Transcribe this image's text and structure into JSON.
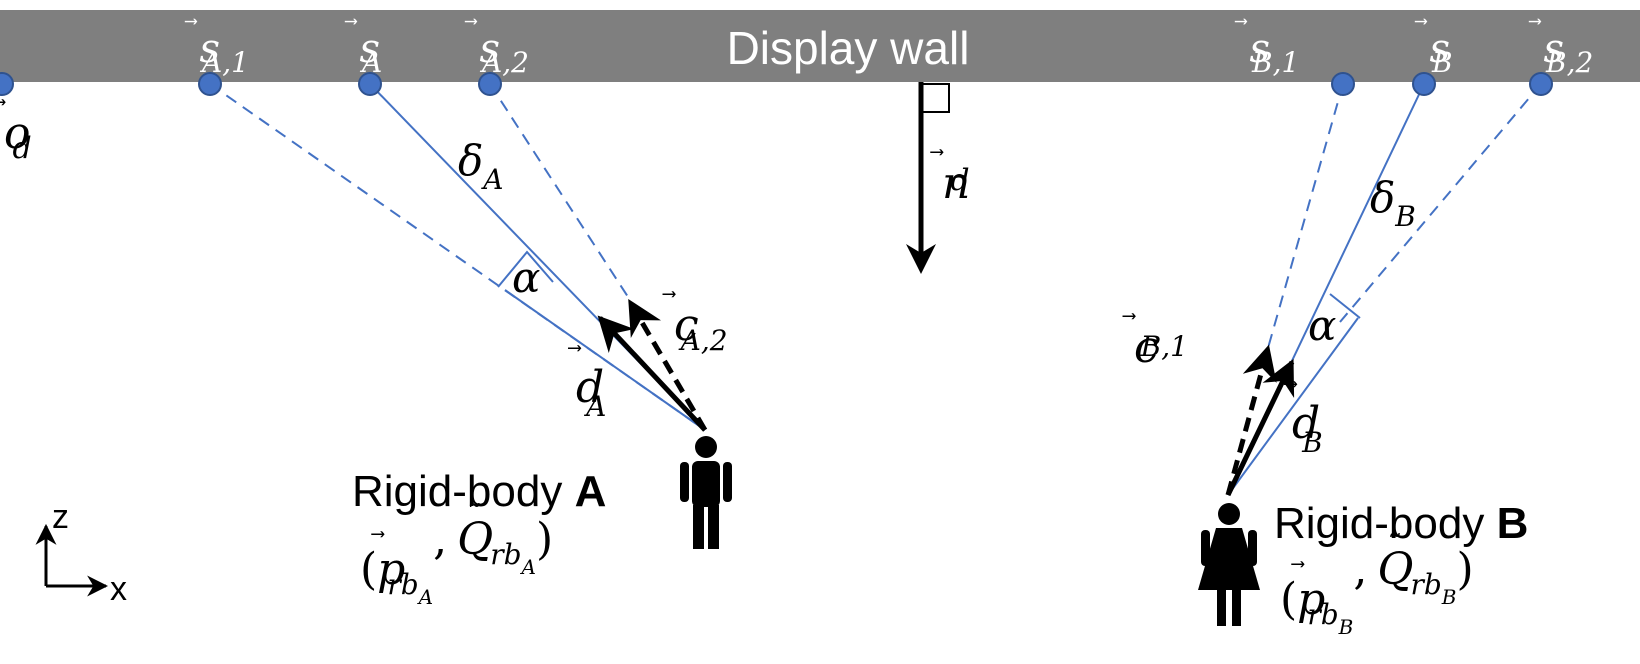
{
  "colors": {
    "wall": "#7f7f7f",
    "wall_text": "#ffffff",
    "ray": "#4472c4",
    "node_fill": "#4472c4",
    "node_stroke": "#2f528f",
    "ink": "#000000"
  },
  "wall": {
    "label": "Display wall"
  },
  "origin": {
    "base": "o",
    "sub": "d"
  },
  "normal": {
    "base": "n",
    "sub": "d"
  },
  "points": {
    "sA1": {
      "base": "s",
      "sub": "A,1"
    },
    "sA": {
      "base": "s",
      "sub": "A"
    },
    "sA2": {
      "base": "s",
      "sub": "A,2"
    },
    "sB1": {
      "base": "s",
      "sub": "B,1"
    },
    "sB": {
      "base": "s",
      "sub": "B"
    },
    "sB2": {
      "base": "s",
      "sub": "B,2"
    }
  },
  "body_a": {
    "title": "Rigid-body ",
    "letter": "A",
    "pose_p": "p",
    "pose_p_sub": "rb",
    "pose_p_subsub": "A",
    "pose_q": "Q",
    "pose_q_sub": "rb",
    "pose_q_subsub": "A",
    "open": "(",
    "comma": ",",
    "close": ")",
    "delta": {
      "base": "δ",
      "sub": "A"
    },
    "alpha": "α",
    "d": {
      "base": "d",
      "sub": "A"
    },
    "c": {
      "base": "c",
      "sub": "A,2"
    }
  },
  "body_b": {
    "title": "Rigid-body ",
    "letter": "B",
    "pose_p": "p",
    "pose_p_sub": "rb",
    "pose_p_subsub": "B",
    "pose_q": "Q",
    "pose_q_sub": "rb",
    "pose_q_subsub": "B",
    "open": "(",
    "comma": ",",
    "close": ")",
    "delta": {
      "base": "δ",
      "sub": "B"
    },
    "alpha": "α",
    "d": {
      "base": "d",
      "sub": "B"
    },
    "c": {
      "base": "c",
      "sub": "B,1"
    }
  },
  "axes": {
    "z": "z",
    "x": "x"
  },
  "vector_arrow": "⃗",
  "tilde": "˜"
}
